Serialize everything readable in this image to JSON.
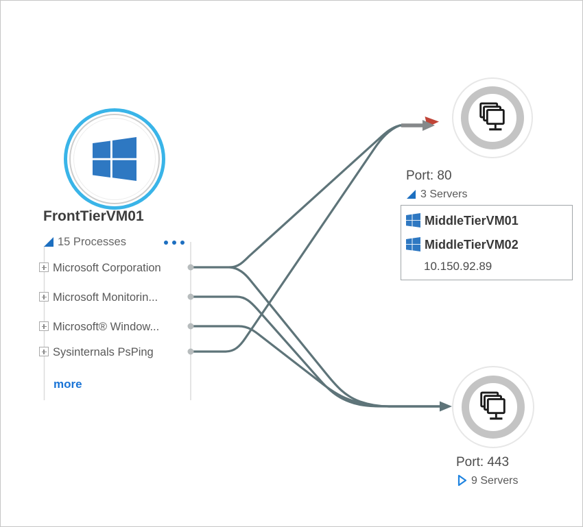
{
  "window": {
    "background": "#ffffff",
    "border_color": "#c6c6c6"
  },
  "colors": {
    "accent_cyan": "#39b4e8",
    "windows_blue": "#2e78c2",
    "link_blue": "#1a74d6",
    "triangle_blue": "#1d6fc0",
    "connection_slate": "#5e7479",
    "endpoint_dot_gray": "#b7bcbd",
    "rail_gray": "#dcdcdc",
    "arrow_gray": "#85888a",
    "alert_red": "#c04437",
    "node_ring_gray": "#c4c4c4",
    "text_dark": "#3d3d3d",
    "text_gray": "#595959"
  },
  "icons": {
    "source_node": "windows-logo-icon",
    "server_groups": "machine-stack-icon",
    "process_expander": "plus-box-icon",
    "expanded_marker": "filled-corner-triangle-icon",
    "collapsed_marker": "outline-right-triangle-icon",
    "overflow": "ellipsis-icon"
  },
  "source_node": {
    "title": "FrontTierVM01",
    "group_label": "15 Processes"
  },
  "processes": {
    "items": [
      {
        "label": "Microsoft Corporation"
      },
      {
        "label": "Microsoft Monitorin..."
      },
      {
        "label": "Microsoft® Window..."
      },
      {
        "label": "Sysinternals PsPing"
      }
    ],
    "more_label": "more"
  },
  "port80_group": {
    "port_label": "Port: 80",
    "server_count_label": "3 Servers",
    "expanded": true,
    "popup": {
      "servers": [
        {
          "name": "MiddleTierVM01"
        },
        {
          "name": "MiddleTierVM02"
        }
      ],
      "ip": "10.150.92.89"
    }
  },
  "port443_group": {
    "port_label": "Port: 443",
    "server_count_label": "9 Servers",
    "expanded": false
  }
}
